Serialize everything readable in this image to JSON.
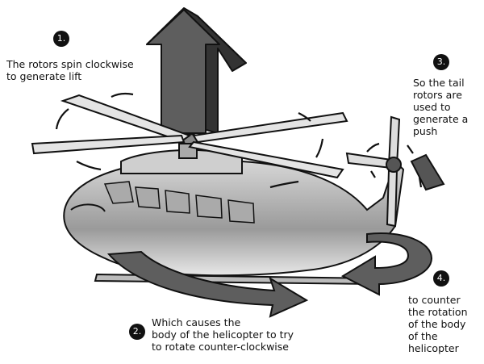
{
  "steps": [
    {
      "badge": "1.",
      "text_lines": [
        "The rotors spin clockwise",
        "to generate lift"
      ]
    },
    {
      "badge": "2.",
      "text_lines": [
        "Which causes the",
        "body of the helicopter to try",
        "to rotate counter-clockwise"
      ]
    },
    {
      "badge": "3.",
      "text_lines": [
        "So the tail",
        "rotors are",
        "used to",
        "generate a",
        "push"
      ]
    },
    {
      "badge": "4.",
      "text_lines": [
        "to counter",
        "the rotation",
        "of the body",
        "of the",
        "helicopter"
      ]
    }
  ],
  "colors": {
    "arrow_dark": "#5e5e5e",
    "arrow_side": "#333333",
    "body": "#c4c4c4",
    "blade": "#e4e4e4"
  }
}
